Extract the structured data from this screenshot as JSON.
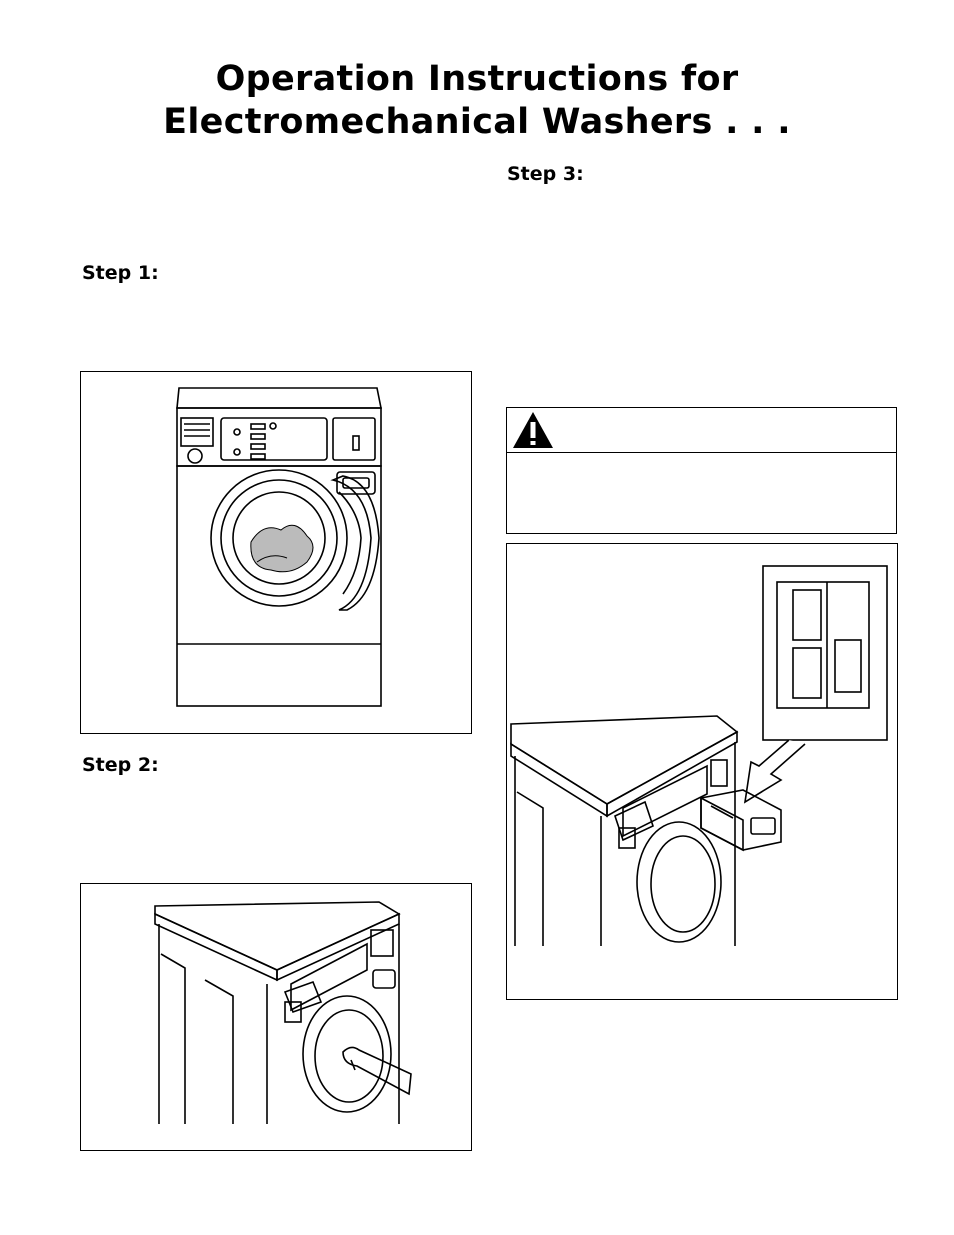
{
  "title": {
    "line1": "Operation Instructions for",
    "line2": "Electromechanical Washers . . ."
  },
  "steps": {
    "step1": "Step 1:",
    "step2": "Step 2:",
    "step3": "Step 3:"
  },
  "warning": {
    "icon": "warning-triangle-icon"
  },
  "figures": {
    "fig1": "washer-front-door-open",
    "fig2": "washer-closing-door",
    "fig3": "washer-coin-drop-callout"
  }
}
